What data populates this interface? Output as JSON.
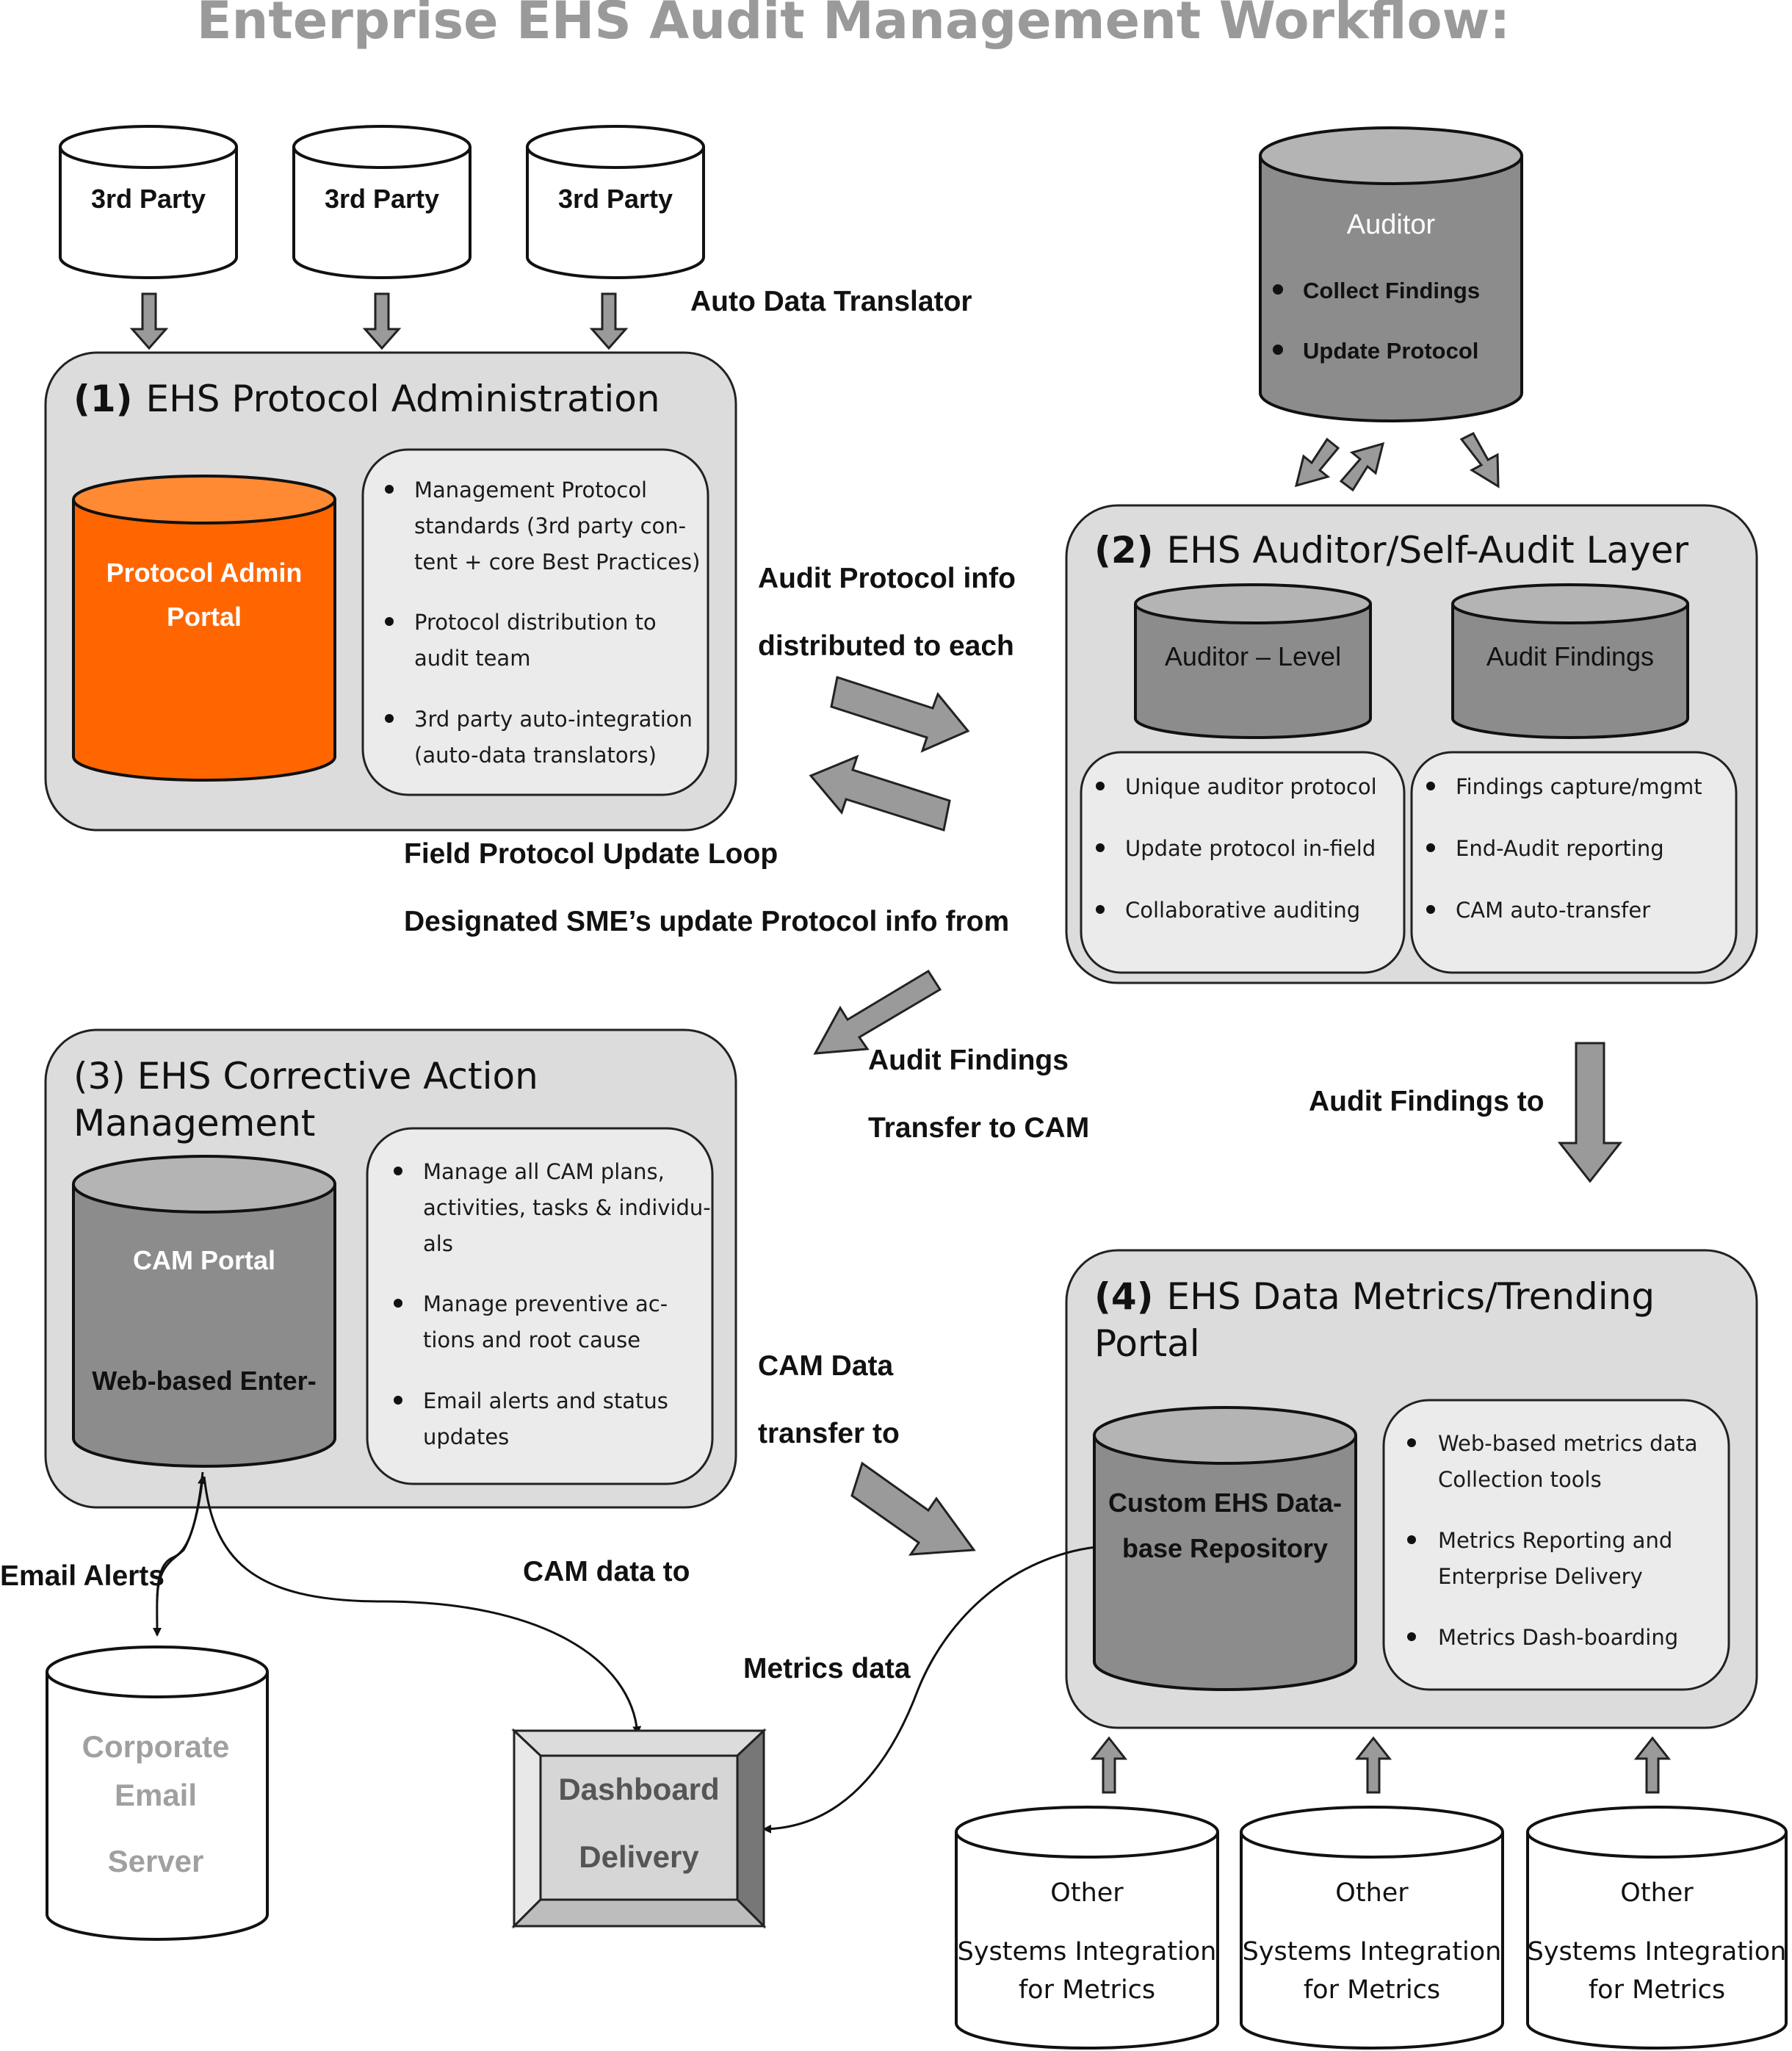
{
  "title": "Enterprise EHS Audit Management Workflow:",
  "third_party": [
    "3rd Party",
    "3rd Party",
    "3rd Party"
  ],
  "labels": {
    "auto_translator": "Auto Data Translator",
    "audit_protocol_1": "Audit Protocol info",
    "audit_protocol_2": "distributed to each",
    "field_loop": "Field Protocol Update Loop",
    "designated": "Designated SME’s update Protocol info from",
    "audit_findings_transfer_1": "Audit Findings",
    "audit_findings_transfer_2": "Transfer to CAM",
    "audit_findings_to": "Audit Findings to",
    "cam_data_1": "CAM Data",
    "cam_data_2": "transfer to",
    "email_alerts": "Email Alerts",
    "cam_data_to": "CAM data to",
    "metrics_data": "Metrics data"
  },
  "box1": {
    "num": "(1)",
    "title": "EHS Protocol Administration",
    "cylinder": [
      "Protocol Admin",
      "Portal"
    ],
    "bullets": [
      [
        "Management Protocol",
        "standards (3rd party con-",
        "tent + core Best Practices)"
      ],
      [
        "Protocol distribution to",
        "audit team"
      ],
      [
        "3rd party auto-integration",
        "(auto-data translators)"
      ]
    ]
  },
  "auditor": {
    "title": "Auditor",
    "bullets": [
      "Collect Findings",
      "Update Protocol"
    ]
  },
  "box2": {
    "num": "(2)",
    "title": "EHS Auditor/Self-Audit Layer",
    "cyl_left": "Auditor – Level",
    "cyl_right": "Audit Findings",
    "bullets_left": [
      "Unique auditor protocol",
      "Update protocol in-field",
      "Collaborative auditing"
    ],
    "bullets_right": [
      "Findings capture/mgmt",
      "End-Audit reporting",
      "CAM auto-transfer"
    ]
  },
  "box3": {
    "title_line1": "(3) EHS Corrective Action",
    "title_line2": "Management",
    "cylinder": [
      "CAM Portal",
      "Web-based Enter-"
    ],
    "bullets": [
      [
        "Manage all CAM plans,",
        "activities, tasks & individu-",
        "als"
      ],
      [
        "Manage preventive ac-",
        "tions and root cause"
      ],
      [
        "Email alerts and status",
        "updates"
      ]
    ]
  },
  "box4": {
    "num": "(4)",
    "title_line1": "EHS Data Metrics/Trending",
    "title_line2": "Portal",
    "cylinder": [
      "Custom EHS Data-",
      "base Repository"
    ],
    "bullets": [
      [
        "Web-based metrics data",
        "Collection tools"
      ],
      [
        "Metrics Reporting and",
        "Enterprise Delivery"
      ],
      [
        "Metrics Dash-boarding"
      ]
    ]
  },
  "email_server": [
    "Corporate",
    "Email",
    "Server"
  ],
  "dashboard": [
    "Dashboard",
    "Delivery"
  ],
  "systems": [
    [
      "Other",
      "Systems Integration",
      "for Metrics"
    ],
    [
      "Other",
      "Systems Integration",
      "for Metrics"
    ],
    [
      "Other",
      "Systems Integration",
      "for Metrics"
    ]
  ],
  "colors": {
    "orange": "#ff6600",
    "panel": "#dcdcdc",
    "inner": "#ebebeb",
    "dark_cyl": "#8c8c8c",
    "arrow": "#9a9a9a"
  }
}
